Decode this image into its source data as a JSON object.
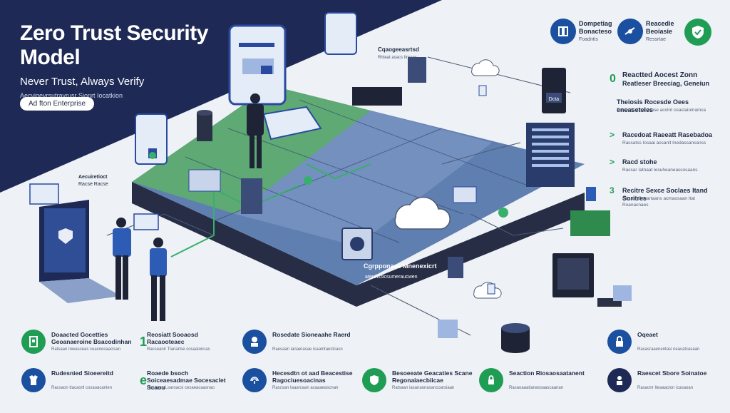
{
  "header": {
    "title": "Zero Trust Security Model",
    "subtitle": "Never Trust, Always Verify",
    "tagline": "Aecvigeyrsutrayrusr Sionrt Iocatkion",
    "pill": "Ad fton Enterprise"
  },
  "top_badges": [
    {
      "title": "Dompetiag",
      "sub": "Bonacteso",
      "foot": "Foadntis",
      "icon": "id-card-icon"
    },
    {
      "title": "Reacedie",
      "sub": "Beoiasie",
      "foot": "Ressrtae",
      "icon": "satellite-icon"
    },
    {
      "icon": "shield-check-icon"
    }
  ],
  "right_list": [
    {
      "num": "0",
      "title": "Reactted Aocest Zonn",
      "sub": "Reatleser Breeciag, Geneiun",
      "desc": ""
    },
    {
      "num": "",
      "title": "Theiosis Rocesde Oees eneaseteles",
      "sub": "",
      "desc": "Rascs tiratinatoanse acolnt coastaiomainca"
    },
    {
      "num": ">",
      "title": "Racedoat Raeeatt Rasebadoa",
      "sub": "",
      "desc": "Racsatss Iosaai acsanlt Inedassancanss"
    },
    {
      "num": ">",
      "title": "Racd stohe",
      "sub": "",
      "desc": "Racsar Iatnaat Iesuheaneascosaans"
    },
    {
      "num": "3",
      "title": "Recitre Sexce Soclaes Itand Soritres",
      "sub": "",
      "desc": "Rasasr Sonartaans acmaosaan Itat Roanacnaes"
    }
  ],
  "platform_labels": {
    "corporate": "Cqaogeeasrtsd",
    "corporate_sub": "Rhteat asacs Itmaos",
    "network": "Cgrpponaee Mnenexicrt",
    "network_sub": "aterdvcticsumeraucwen",
    "data": "Dcta",
    "left_stack_1": "Aecuiretioct",
    "left_stack_2": "Racse Racse"
  },
  "bottom_items": [
    {
      "icon": "id-badge-icon",
      "color": "#1f9d55",
      "title": "Doaacted Gocetties Geoanaeroine Bsacodinhan",
      "desc": "Ratsaan Inwasceas cuacnesaacisan"
    },
    {
      "icon": "",
      "color": "",
      "num": "1",
      "title": "Reosiatt Sooaosd Racaooteaec",
      "desc": "Racseanir Tlanartse cosaaioncas"
    },
    {
      "icon": "user-shield-icon",
      "color": "#1b4fa0",
      "title": "Rosedate Sioneaahe Raerd",
      "desc": "Raesaan ianaerasae icaamtaestcasn"
    },
    {
      "icon": "lock-icon",
      "color": "#f0f2f6",
      "title": "Oqeaet",
      "desc": "Rasasraaenentasi neacatcasaan"
    },
    {
      "icon": "",
      "color": "",
      "num": "",
      "title": "",
      "desc": ""
    },
    {
      "icon": "tshirt-icon",
      "color": "#1b4fa0",
      "title": "Rudesnied Sioeereitd",
      "desc": "Racsaon tIacasrtl cosaoacanien"
    },
    {
      "icon": "",
      "color": "",
      "num": "e",
      "title": "Roaede bsoch Soiceaesadmae Socesaclet Scaou",
      "desc": "Rasaonn Lsaroacsi cesaeacaasnao"
    },
    {
      "icon": "fingerprint-icon",
      "color": "#1b4fa0",
      "title": "Hecesdtn ot aad Beacestise Ragociuesoacinas",
      "desc": "Rascsan Iaaarcaan acaaaeascnan"
    },
    {
      "icon": "shield-lock-icon",
      "color": "#1f9d55",
      "title": "Besoeeate Geacaties Scane Regonaiaecbiicae",
      "desc": "Ratsaan iasanaonasancoarsiaan"
    },
    {
      "icon": "lock-shield-icon",
      "color": "#1f9d55",
      "title": "Seaction Riosaosaatanent",
      "desc": "Rasaoaaatianaosaascaanan"
    },
    {
      "icon": "audit-icon",
      "color": "#1b4fa0",
      "title": "Raescet Sbore Soinatoe",
      "desc": "Rasaonr Iteaaacton icasaoan"
    }
  ],
  "colors": {
    "navy": "#1e2a55",
    "green": "#1f9d55",
    "blue": "#1b4fa0",
    "platform": "#5f7fb0",
    "dark": "#262d45"
  }
}
